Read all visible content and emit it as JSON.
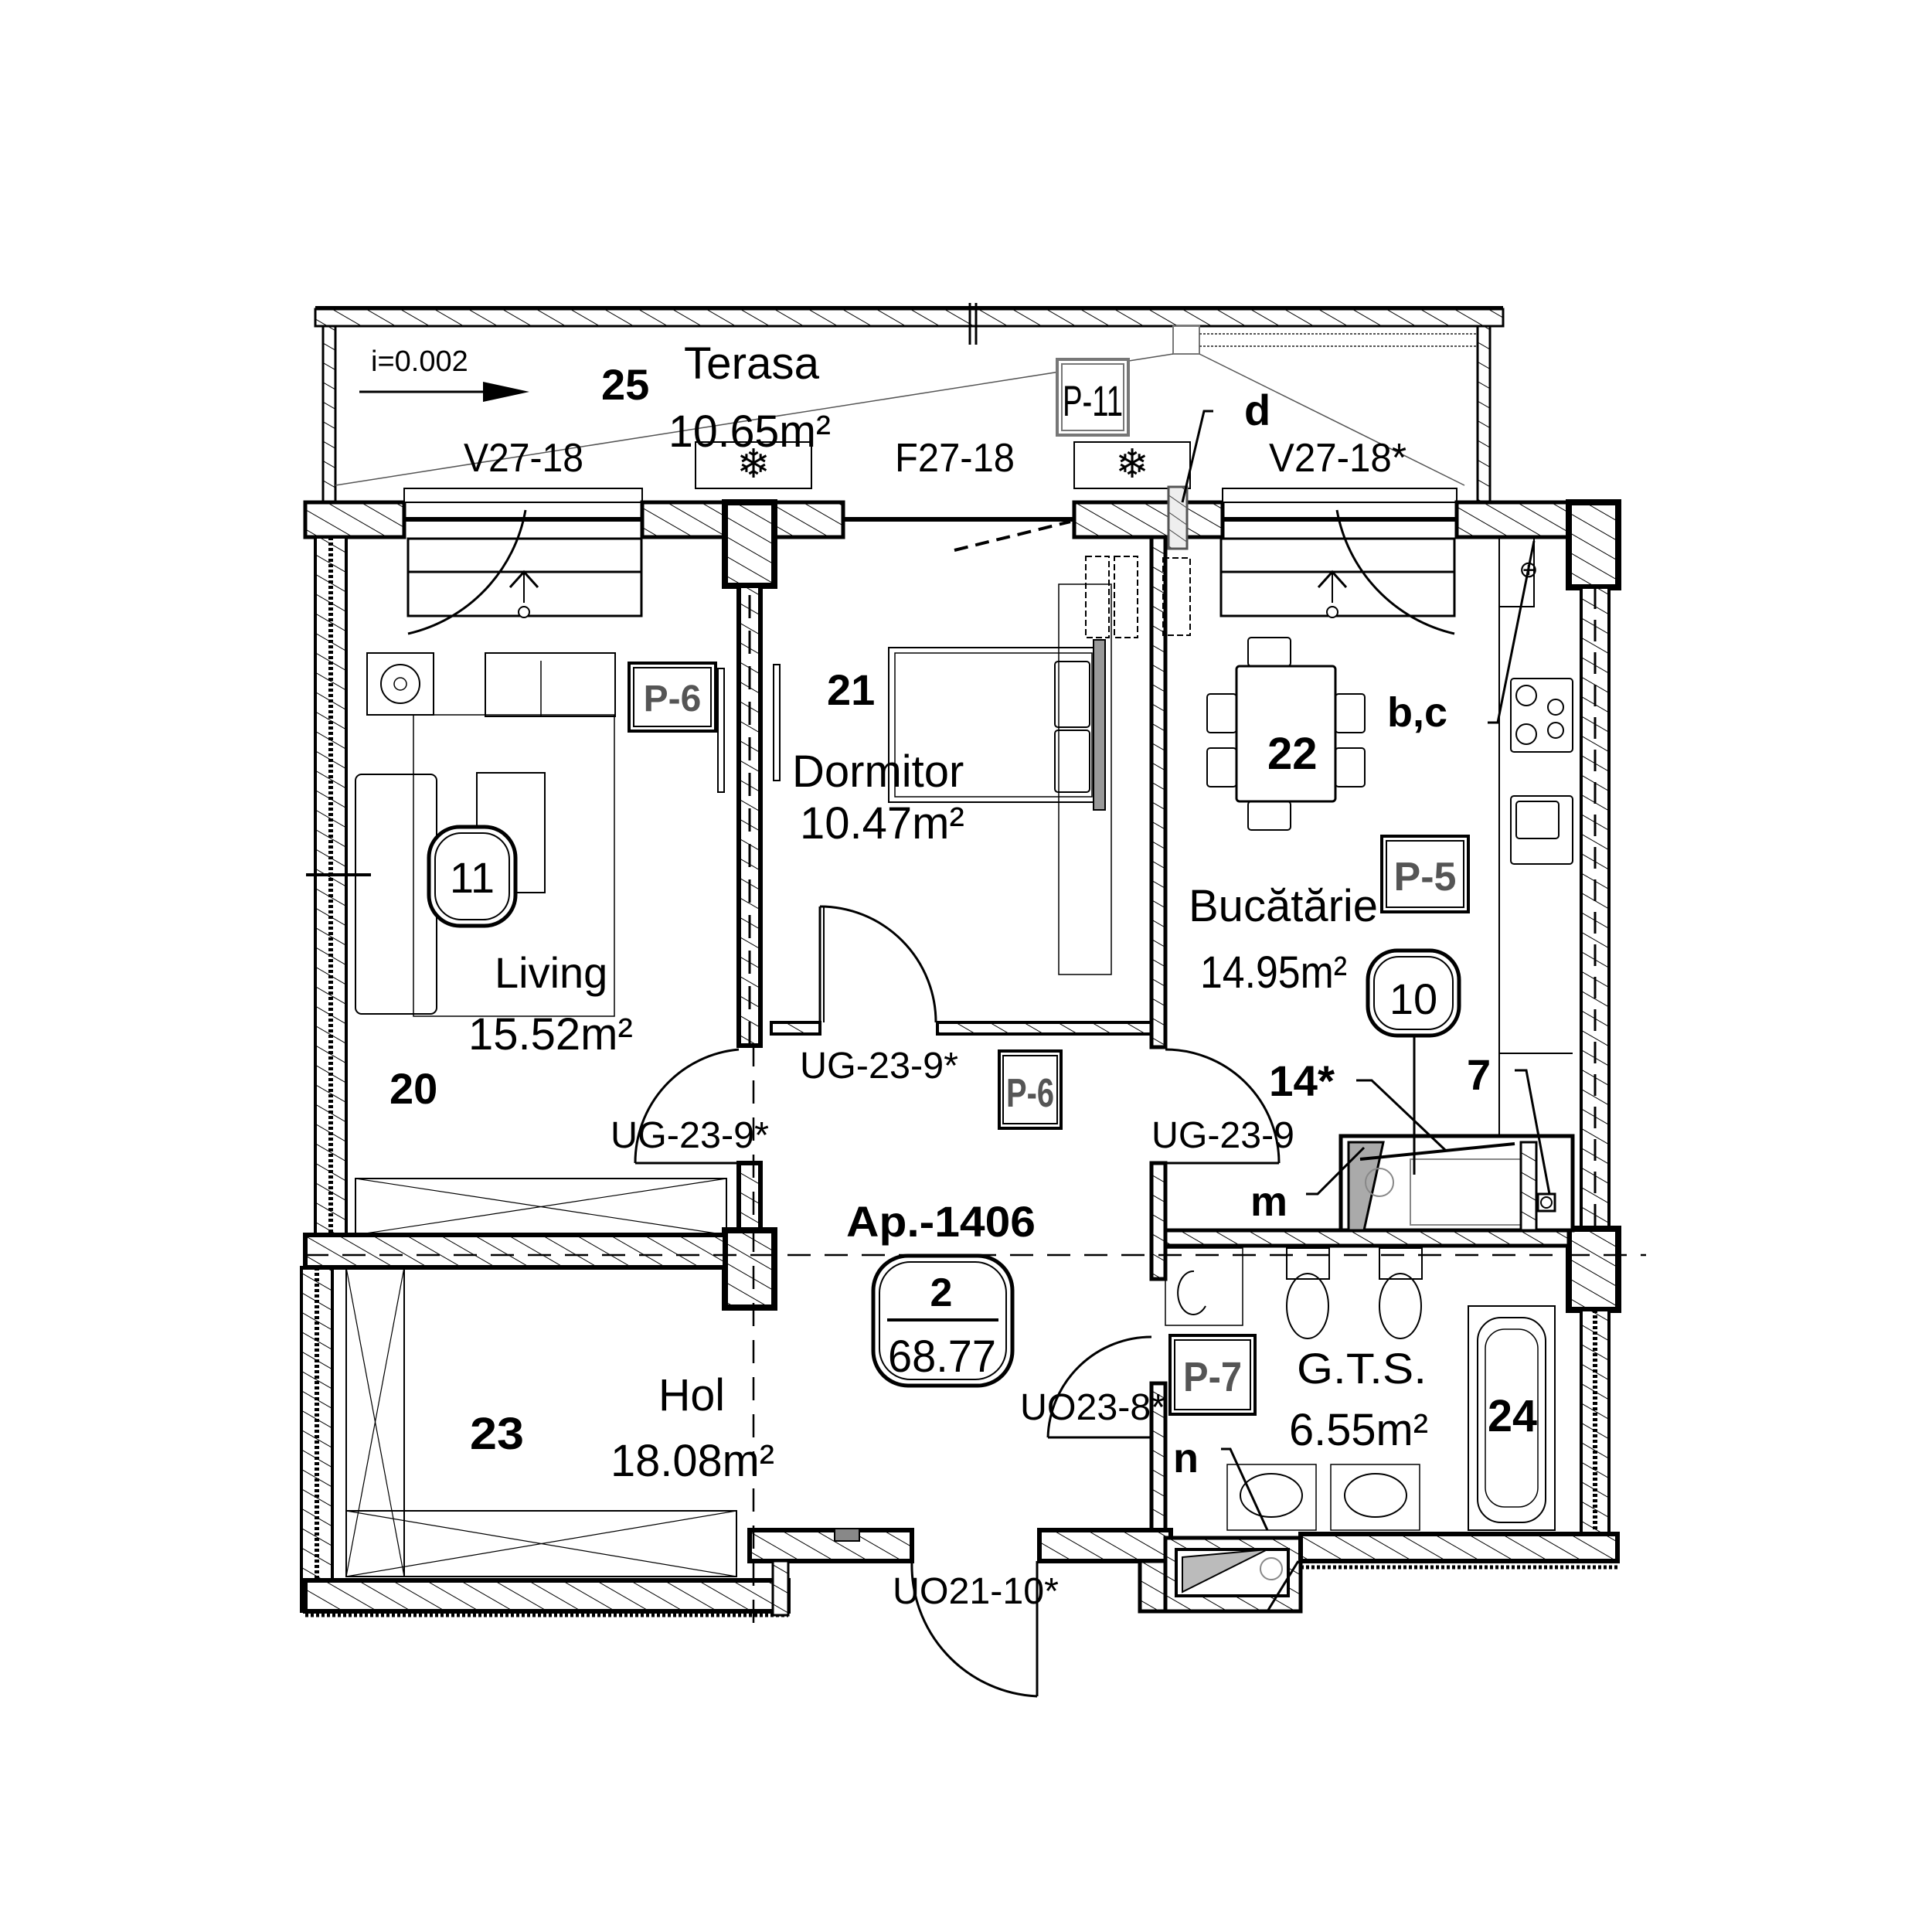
{
  "apartment": {
    "label": "Ap.-1406",
    "rooms_count": "2",
    "total_area": "68.77"
  },
  "slope": {
    "label": "i=0.002"
  },
  "rooms": [
    {
      "id": "terrace",
      "number": "25",
      "name": "Terasa",
      "area": "10.65m²"
    },
    {
      "id": "living",
      "number": "20",
      "name": "Living",
      "area": "15.52m²"
    },
    {
      "id": "bedroom",
      "number": "21",
      "name": "Dormitor",
      "area": "10.47m²"
    },
    {
      "id": "kitchen",
      "number": "22",
      "name": "Bucătărie",
      "area": "14.95m²"
    },
    {
      "id": "hall",
      "number": "23",
      "name": "Hol",
      "area": "18.08m²"
    },
    {
      "id": "bathroom",
      "number": "24",
      "name": "G.T.S.",
      "area": "6.55m²"
    }
  ],
  "openings": {
    "window_living": "V27-18",
    "door_balcony": "F27-18",
    "window_kitchen": "V27-18*",
    "door_bedroom": "UG-23-9*",
    "door_living": "UG-23-9*",
    "door_kitchen": "UG-23-9",
    "door_bathroom": "UO23-8*",
    "door_entrance": "UO21-10*"
  },
  "finish_tags": {
    "terrace": "P-11",
    "living": "P-6",
    "hall": "P-6",
    "kitchen": "P-5",
    "bathroom": "P-7"
  },
  "callouts": {
    "living": "11",
    "kitchen": "10"
  },
  "annotations": {
    "d": "d",
    "bc": "b,c",
    "item14": "14*",
    "item7": "7",
    "m": "m",
    "n": "n"
  }
}
